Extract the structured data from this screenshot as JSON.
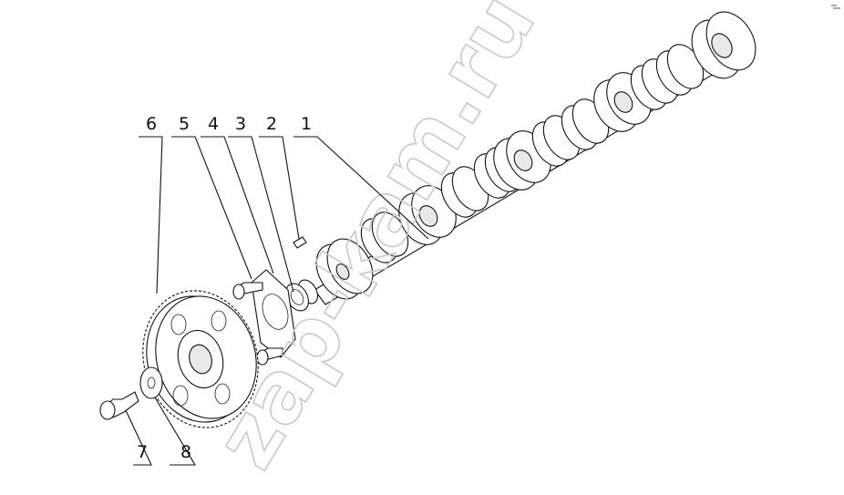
{
  "watermark": "zap-kam.ru",
  "callouts": [
    {
      "label": "1"
    },
    {
      "label": "2"
    },
    {
      "label": "3"
    },
    {
      "label": "4"
    },
    {
      "label": "5"
    },
    {
      "label": "6"
    },
    {
      "label": "7"
    },
    {
      "label": "8"
    }
  ]
}
